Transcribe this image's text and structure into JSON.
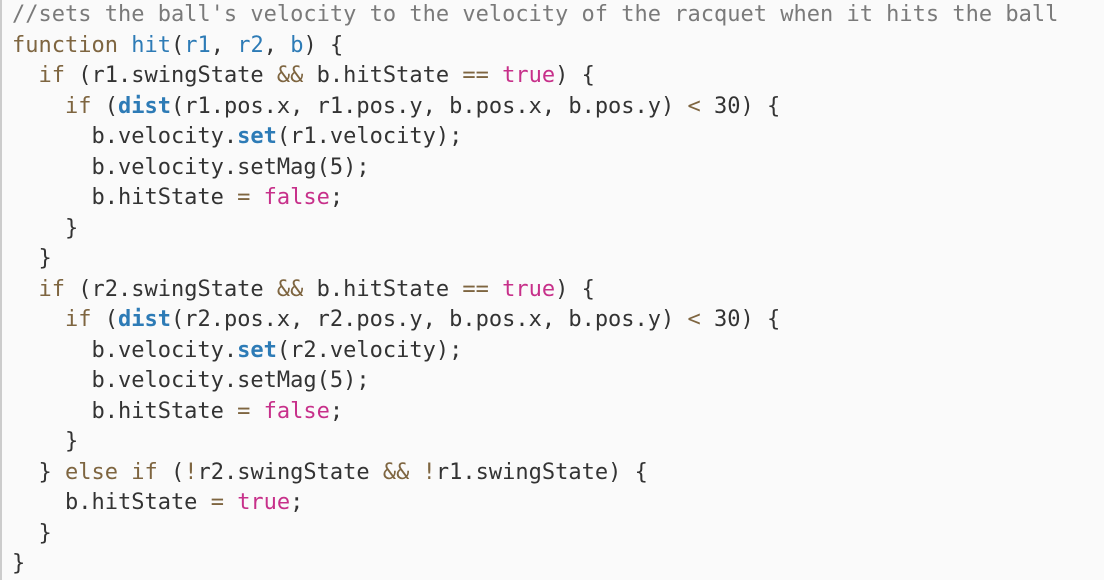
{
  "palette": {
    "background": "#fafafa",
    "left_border": "#cccccc",
    "text": "#333333",
    "comment": "#7a7a7a",
    "keyword_operator": "#7e6540",
    "function_blue": "#2d7bb6",
    "boolean_magenta": "#c7308a"
  },
  "code_block": {
    "language": "javascript",
    "lines": [
      {
        "tokens": [
          [
            "c",
            "//sets the ball's velocity to the velocity of the racquet when it hits the ball"
          ]
        ]
      },
      {
        "tokens": [
          [
            "k",
            "function"
          ],
          [
            "p",
            " "
          ],
          [
            "f",
            "hit"
          ],
          [
            "p",
            "("
          ],
          [
            "f",
            "r1"
          ],
          [
            "p",
            ", "
          ],
          [
            "f",
            "r2"
          ],
          [
            "p",
            ", "
          ],
          [
            "f",
            "b"
          ],
          [
            "p",
            ") {"
          ]
        ]
      },
      {
        "tokens": [
          [
            "p",
            "  "
          ],
          [
            "k",
            "if"
          ],
          [
            "p",
            " (r1.swingState "
          ],
          [
            "o",
            "&&"
          ],
          [
            "p",
            " b.hitState "
          ],
          [
            "o",
            "=="
          ],
          [
            "p",
            " "
          ],
          [
            "v",
            "true"
          ],
          [
            "p",
            ") {"
          ]
        ]
      },
      {
        "tokens": [
          [
            "p",
            "    "
          ],
          [
            "k",
            "if"
          ],
          [
            "p",
            " ("
          ],
          [
            "b",
            "dist"
          ],
          [
            "p",
            "(r1.pos.x, r1.pos.y, b.pos.x, b.pos.y) "
          ],
          [
            "o",
            "<"
          ],
          [
            "p",
            " 30) {"
          ]
        ]
      },
      {
        "tokens": [
          [
            "p",
            "      b.velocity."
          ],
          [
            "b",
            "set"
          ],
          [
            "p",
            "(r1.velocity);"
          ]
        ]
      },
      {
        "tokens": [
          [
            "p",
            "      b.velocity.setMag(5);"
          ]
        ]
      },
      {
        "tokens": [
          [
            "p",
            "      b.hitState "
          ],
          [
            "o",
            "="
          ],
          [
            "p",
            " "
          ],
          [
            "v",
            "false"
          ],
          [
            "p",
            ";"
          ]
        ]
      },
      {
        "tokens": [
          [
            "p",
            "    }"
          ]
        ]
      },
      {
        "tokens": [
          [
            "p",
            "  }"
          ]
        ]
      },
      {
        "tokens": [
          [
            "p",
            "  "
          ],
          [
            "k",
            "if"
          ],
          [
            "p",
            " (r2.swingState "
          ],
          [
            "o",
            "&&"
          ],
          [
            "p",
            " b.hitState "
          ],
          [
            "o",
            "=="
          ],
          [
            "p",
            " "
          ],
          [
            "v",
            "true"
          ],
          [
            "p",
            ") {"
          ]
        ]
      },
      {
        "tokens": [
          [
            "p",
            "    "
          ],
          [
            "k",
            "if"
          ],
          [
            "p",
            " ("
          ],
          [
            "b",
            "dist"
          ],
          [
            "p",
            "(r2.pos.x, r2.pos.y, b.pos.x, b.pos.y) "
          ],
          [
            "o",
            "<"
          ],
          [
            "p",
            " 30) {"
          ]
        ]
      },
      {
        "tokens": [
          [
            "p",
            "      b.velocity."
          ],
          [
            "b",
            "set"
          ],
          [
            "p",
            "(r2.velocity);"
          ]
        ]
      },
      {
        "tokens": [
          [
            "p",
            "      b.velocity.setMag(5);"
          ]
        ]
      },
      {
        "tokens": [
          [
            "p",
            "      b.hitState "
          ],
          [
            "o",
            "="
          ],
          [
            "p",
            " "
          ],
          [
            "v",
            "false"
          ],
          [
            "p",
            ";"
          ]
        ]
      },
      {
        "tokens": [
          [
            "p",
            "    }"
          ]
        ]
      },
      {
        "tokens": [
          [
            "p",
            "  } "
          ],
          [
            "k",
            "else"
          ],
          [
            "p",
            " "
          ],
          [
            "k",
            "if"
          ],
          [
            "p",
            " ("
          ],
          [
            "o",
            "!"
          ],
          [
            "p",
            "r2.swingState "
          ],
          [
            "o",
            "&&"
          ],
          [
            "p",
            " "
          ],
          [
            "o",
            "!"
          ],
          [
            "p",
            "r1.swingState) {"
          ]
        ]
      },
      {
        "tokens": [
          [
            "p",
            "    b.hitState "
          ],
          [
            "o",
            "="
          ],
          [
            "p",
            " "
          ],
          [
            "v",
            "true"
          ],
          [
            "p",
            ";"
          ]
        ]
      },
      {
        "tokens": [
          [
            "p",
            "  }"
          ]
        ]
      },
      {
        "tokens": [
          [
            "p",
            "}"
          ]
        ]
      }
    ]
  }
}
